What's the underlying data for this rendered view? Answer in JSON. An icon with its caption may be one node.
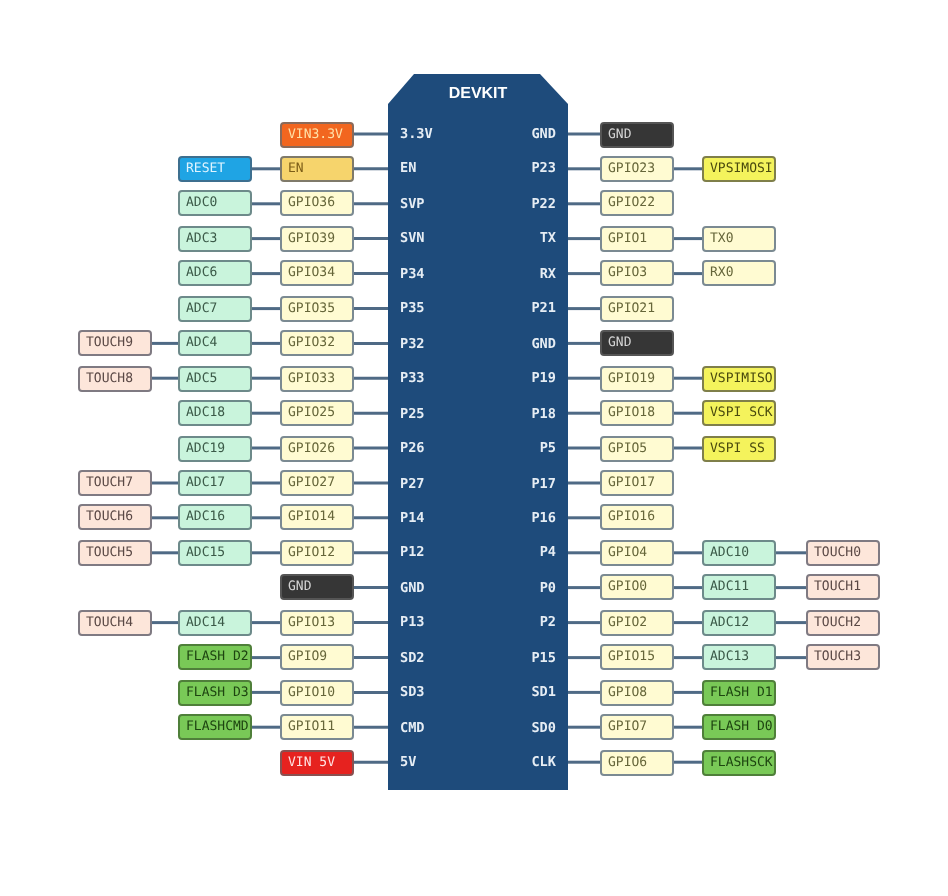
{
  "diagram": {
    "nodes": [
      {
        "text": [
          "DEVKIT"
        ]
      },
      {
        "text": [
          "3.3V"
        ],
        "in": 0
      },
      {
        "text": [
          "EN"
        ],
        "in": 0
      },
      {
        "text": [
          "SVP"
        ],
        "in": 0
      },
      {
        "text": [
          "SVN"
        ],
        "in": 0
      },
      {
        "text": [
          "P34"
        ],
        "in": 0
      },
      {
        "text": [
          "P35"
        ],
        "in": 0
      },
      {
        "text": [
          "P32"
        ],
        "in": 0
      },
      {
        "text": [
          "P33"
        ],
        "in": 0
      },
      {
        "text": [
          "P25"
        ],
        "in": 0
      },
      {
        "text": [
          "P26"
        ],
        "in": 0
      },
      {
        "text": [
          "P27"
        ],
        "in": 0
      },
      {
        "text": [
          "P14"
        ],
        "in": 0
      },
      {
        "text": [
          "P12"
        ],
        "in": 0
      },
      {
        "text": [
          "GND"
        ],
        "in": 0
      },
      {
        "text": [
          "P13"
        ],
        "in": 0
      },
      {
        "text": [
          "SD2"
        ],
        "in": 0
      },
      {
        "text": [
          "SD3"
        ],
        "in": 0
      },
      {
        "text": [
          "CMD"
        ],
        "in": 0
      },
      {
        "text": [
          "5V"
        ],
        "in": 0
      },
      {
        "text": [
          "GND"
        ],
        "in": 0
      },
      {
        "text": [
          "P23"
        ],
        "in": 0
      },
      {
        "text": [
          "P22"
        ],
        "in": 0
      },
      {
        "text": [
          "TX"
        ],
        "in": 0
      },
      {
        "text": [
          "RX"
        ],
        "in": 0
      },
      {
        "text": [
          "P21"
        ],
        "in": 0
      },
      {
        "text": [
          "GND"
        ],
        "in": 0
      },
      {
        "text": [
          "P19"
        ],
        "in": 0
      },
      {
        "text": [
          "P18"
        ],
        "in": 0
      },
      {
        "text": [
          "P5"
        ],
        "in": 0
      },
      {
        "text": [
          "P17"
        ],
        "in": 0
      },
      {
        "text": [
          "P16"
        ],
        "in": 0
      },
      {
        "text": [
          "P4"
        ],
        "in": 0
      },
      {
        "text": [
          "P0"
        ],
        "in": 0
      },
      {
        "text": [
          "P2"
        ],
        "in": 0
      },
      {
        "text": [
          "P15"
        ],
        "in": 0
      },
      {
        "text": [
          "SD1"
        ],
        "in": 0
      },
      {
        "text": [
          "SD0"
        ],
        "in": 0
      },
      {
        "text": [
          "CLK"
        ],
        "in": 0
      },
      {
        "text": [
          "VIN3.3V"
        ]
      },
      {
        "text": [
          "GND"
        ]
      },
      {
        "text": [
          "RESET"
        ]
      },
      {
        "text": [
          "EN"
        ]
      },
      {
        "text": [
          "GPIO23"
        ]
      },
      {
        "text": [
          "VPSIMOSI"
        ]
      },
      {
        "text": [
          "ADC0"
        ]
      },
      {
        "text": [
          "GPIO36"
        ]
      },
      {
        "text": [
          "GPIO22"
        ]
      },
      {
        "text": [
          "ADC3"
        ]
      },
      {
        "text": [
          "GPIO39"
        ]
      },
      {
        "text": [
          "GPIO1"
        ]
      },
      {
        "text": [
          "TX0"
        ]
      },
      {
        "text": [
          "ADC6"
        ]
      },
      {
        "text": [
          "GPIO34"
        ]
      },
      {
        "text": [
          "GPIO3"
        ]
      },
      {
        "text": [
          "RX0"
        ]
      },
      {
        "text": [
          "ADC7"
        ]
      },
      {
        "text": [
          "GPIO35"
        ]
      },
      {
        "text": [
          "GPIO21"
        ]
      },
      {
        "text": [
          "TOUCH9"
        ]
      },
      {
        "text": [
          "ADC4"
        ]
      },
      {
        "text": [
          "GPIO32"
        ]
      },
      {
        "text": [
          "GND"
        ]
      },
      {
        "text": [
          "TOUCH8"
        ]
      },
      {
        "text": [
          "ADC5"
        ]
      },
      {
        "text": [
          "GPIO33"
        ]
      },
      {
        "text": [
          "GPIO19"
        ]
      },
      {
        "text": [
          "VSPIMISO"
        ]
      },
      {
        "text": [
          "ADC18"
        ]
      },
      {
        "text": [
          "GPIO25"
        ]
      },
      {
        "text": [
          "GPIO18"
        ]
      },
      {
        "text": [
          "VSPI SCK"
        ]
      },
      {
        "text": [
          "ADC19"
        ]
      },
      {
        "text": [
          "GPIO26"
        ]
      },
      {
        "text": [
          "GPIO5"
        ]
      },
      {
        "text": [
          "VSPI SS"
        ]
      },
      {
        "text": [
          "TOUCH7"
        ]
      },
      {
        "text": [
          "ADC17"
        ]
      },
      {
        "text": [
          "GPIO27"
        ]
      },
      {
        "text": [
          "GPIO17"
        ]
      },
      {
        "text": [
          "TOUCH6"
        ]
      },
      {
        "text": [
          "ADC16"
        ]
      },
      {
        "text": [
          "GPIO14"
        ]
      },
      {
        "text": [
          "GPIO16"
        ]
      },
      {
        "text": [
          "TOUCH5"
        ]
      },
      {
        "text": [
          "ADC15"
        ]
      },
      {
        "text": [
          "GPIO12"
        ]
      },
      {
        "text": [
          "GPIO4"
        ]
      },
      {
        "text": [
          "ADC10"
        ]
      },
      {
        "text": [
          "TOUCH0"
        ]
      },
      {
        "text": [
          "GND"
        ]
      },
      {
        "text": [
          "GPIO0"
        ]
      },
      {
        "text": [
          "ADC11"
        ]
      },
      {
        "text": [
          "TOUCH1"
        ]
      },
      {
        "text": [
          "TOUCH4"
        ]
      },
      {
        "text": [
          "ADC14"
        ]
      },
      {
        "text": [
          "GPIO13"
        ]
      },
      {
        "text": [
          "GPIO2"
        ]
      },
      {
        "text": [
          "ADC12"
        ]
      },
      {
        "text": [
          "TOUCH2"
        ]
      },
      {
        "text": [
          "FLASH D2"
        ]
      },
      {
        "text": [
          "GPIO9"
        ]
      },
      {
        "text": [
          "GPIO15"
        ]
      },
      {
        "text": [
          "ADC13"
        ]
      },
      {
        "text": [
          "TOUCH3"
        ]
      },
      {
        "text": [
          "FLASH D3"
        ]
      },
      {
        "text": [
          "GPIO10"
        ]
      },
      {
        "text": [
          "GPIO8"
        ]
      },
      {
        "text": [
          "FLASH D1"
        ]
      },
      {
        "text": [
          "FLASHCMD"
        ]
      },
      {
        "text": [
          "GPIO11"
        ]
      },
      {
        "text": [
          "GPIO7"
        ]
      },
      {
        "text": [
          "FLASH D0"
        ]
      },
      {
        "text": [
          "VIN 5V"
        ]
      },
      {
        "text": [
          "GPIO6"
        ]
      },
      {
        "text": [
          "FLASHSCK"
        ]
      }
    ],
    "edges": [
      {
        "from": 1,
        "to": 39,
        "arrow": "none"
      },
      {
        "from": 20,
        "to": 40,
        "arrow": "none"
      },
      {
        "from": 2,
        "to": 42,
        "arrow": "none"
      },
      {
        "from": 42,
        "to": 41,
        "arrow": "none"
      },
      {
        "from": 21,
        "to": 43,
        "arrow": "none"
      },
      {
        "from": 43,
        "to": 44,
        "arrow": "none"
      },
      {
        "from": 3,
        "to": 46,
        "arrow": "none"
      },
      {
        "from": 46,
        "to": 45,
        "arrow": "none"
      },
      {
        "from": 22,
        "to": 47,
        "arrow": "none"
      },
      {
        "from": 4,
        "to": 49,
        "arrow": "none"
      },
      {
        "from": 49,
        "to": 48,
        "arrow": "none"
      },
      {
        "from": 23,
        "to": 50,
        "arrow": "none"
      },
      {
        "from": 50,
        "to": 51,
        "arrow": "none"
      },
      {
        "from": 5,
        "to": 53,
        "arrow": "none"
      },
      {
        "from": 53,
        "to": 52,
        "arrow": "none"
      },
      {
        "from": 24,
        "to": 54,
        "arrow": "none"
      },
      {
        "from": 54,
        "to": 55,
        "arrow": "none"
      },
      {
        "from": 6,
        "to": 57,
        "arrow": "none"
      },
      {
        "from": 57,
        "to": 56,
        "arrow": "none"
      },
      {
        "from": 25,
        "to": 58,
        "arrow": "none"
      },
      {
        "from": 7,
        "to": 61,
        "arrow": "none"
      },
      {
        "from": 61,
        "to": 60,
        "arrow": "none"
      },
      {
        "from": 60,
        "to": 59,
        "arrow": "none"
      },
      {
        "from": 26,
        "to": 62,
        "arrow": "none"
      },
      {
        "from": 8,
        "to": 65,
        "arrow": "none"
      },
      {
        "from": 65,
        "to": 64,
        "arrow": "none"
      },
      {
        "from": 64,
        "to": 63,
        "arrow": "none"
      },
      {
        "from": 27,
        "to": 66,
        "arrow": "none"
      },
      {
        "from": 66,
        "to": 67,
        "arrow": "none"
      },
      {
        "from": 9,
        "to": 69,
        "arrow": "none"
      },
      {
        "from": 69,
        "to": 68,
        "arrow": "none"
      },
      {
        "from": 28,
        "to": 70,
        "arrow": "none"
      },
      {
        "from": 70,
        "to": 71,
        "arrow": "none"
      },
      {
        "from": 10,
        "to": 73,
        "arrow": "none"
      },
      {
        "from": 73,
        "to": 72,
        "arrow": "none"
      },
      {
        "from": 29,
        "to": 74,
        "arrow": "none"
      },
      {
        "from": 74,
        "to": 75,
        "arrow": "none"
      },
      {
        "from": 11,
        "to": 78,
        "arrow": "none"
      },
      {
        "from": 78,
        "to": 77,
        "arrow": "none"
      },
      {
        "from": 77,
        "to": 76,
        "arrow": "none"
      },
      {
        "from": 30,
        "to": 79,
        "arrow": "none"
      },
      {
        "from": 12,
        "to": 82,
        "arrow": "none"
      },
      {
        "from": 82,
        "to": 81,
        "arrow": "none"
      },
      {
        "from": 81,
        "to": 80,
        "arrow": "none"
      },
      {
        "from": 31,
        "to": 83,
        "arrow": "none"
      },
      {
        "from": 13,
        "to": 86,
        "arrow": "none"
      },
      {
        "from": 86,
        "to": 85,
        "arrow": "none"
      },
      {
        "from": 85,
        "to": 84,
        "arrow": "none"
      },
      {
        "from": 32,
        "to": 87,
        "arrow": "none"
      },
      {
        "from": 87,
        "to": 88,
        "arrow": "none"
      },
      {
        "from": 88,
        "to": 89,
        "arrow": "none"
      },
      {
        "from": 14,
        "to": 90,
        "arrow": "none"
      },
      {
        "from": 33,
        "to": 91,
        "arrow": "none"
      },
      {
        "from": 91,
        "to": 92,
        "arrow": "none"
      },
      {
        "from": 92,
        "to": 93,
        "arrow": "none"
      },
      {
        "from": 15,
        "to": 96,
        "arrow": "none"
      },
      {
        "from": 96,
        "to": 95,
        "arrow": "none"
      },
      {
        "from": 95,
        "to": 94,
        "arrow": "none"
      },
      {
        "from": 34,
        "to": 97,
        "arrow": "none"
      },
      {
        "from": 97,
        "to": 98,
        "arrow": "none"
      },
      {
        "from": 98,
        "to": 99,
        "arrow": "none"
      },
      {
        "from": 16,
        "to": 101,
        "arrow": "none"
      },
      {
        "from": 101,
        "to": 100,
        "arrow": "none"
      },
      {
        "from": 35,
        "to": 102,
        "arrow": "none"
      },
      {
        "from": 102,
        "to": 103,
        "arrow": "none"
      },
      {
        "from": 103,
        "to": 104,
        "arrow": "none"
      },
      {
        "from": 17,
        "to": 106,
        "arrow": "none"
      },
      {
        "from": 106,
        "to": 105,
        "arrow": "none"
      },
      {
        "from": 36,
        "to": 107,
        "arrow": "none"
      },
      {
        "from": 107,
        "to": 108,
        "arrow": "none"
      },
      {
        "from": 18,
        "to": 110,
        "arrow": "none"
      },
      {
        "from": 110,
        "to": 109,
        "arrow": "none"
      },
      {
        "from": 37,
        "to": 111,
        "arrow": "none"
      },
      {
        "from": 111,
        "to": 112,
        "arrow": "none"
      },
      {
        "from": 19,
        "to": 113,
        "arrow": "none"
      },
      {
        "from": 38,
        "to": 114,
        "arrow": "none"
      },
      {
        "from": 114,
        "to": 115,
        "arrow": "none"
      }
    ]
  }
}
